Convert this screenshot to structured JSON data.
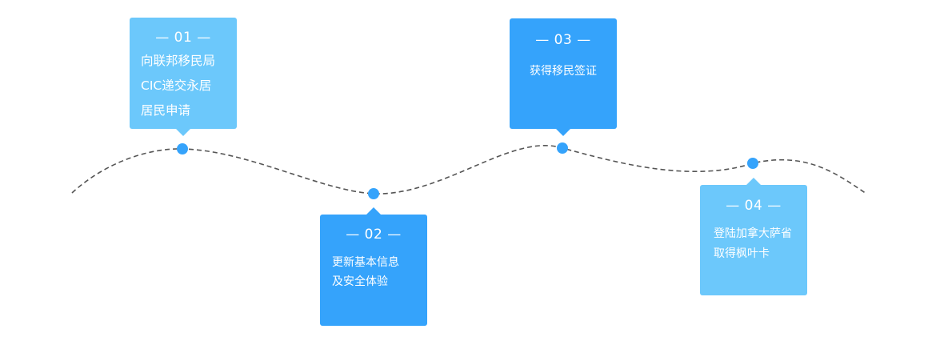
{
  "colors": {
    "light": "#6cc8fb",
    "dark": "#35a3fb",
    "line": "#555555",
    "dot": "#35a3fb"
  },
  "steps": [
    {
      "number": "— 01 —",
      "lines": [
        "向联邦移民局",
        "CIC递交永居",
        "居民申请"
      ]
    },
    {
      "number": "— 02 —",
      "lines": [
        "更新基本信息",
        "及安全体验"
      ]
    },
    {
      "number": "— 03 —",
      "lines": [
        "获得移民签证"
      ]
    },
    {
      "number": "— 04 —",
      "lines": [
        "登陆加拿大萨省",
        "取得枫叶卡"
      ]
    }
  ]
}
